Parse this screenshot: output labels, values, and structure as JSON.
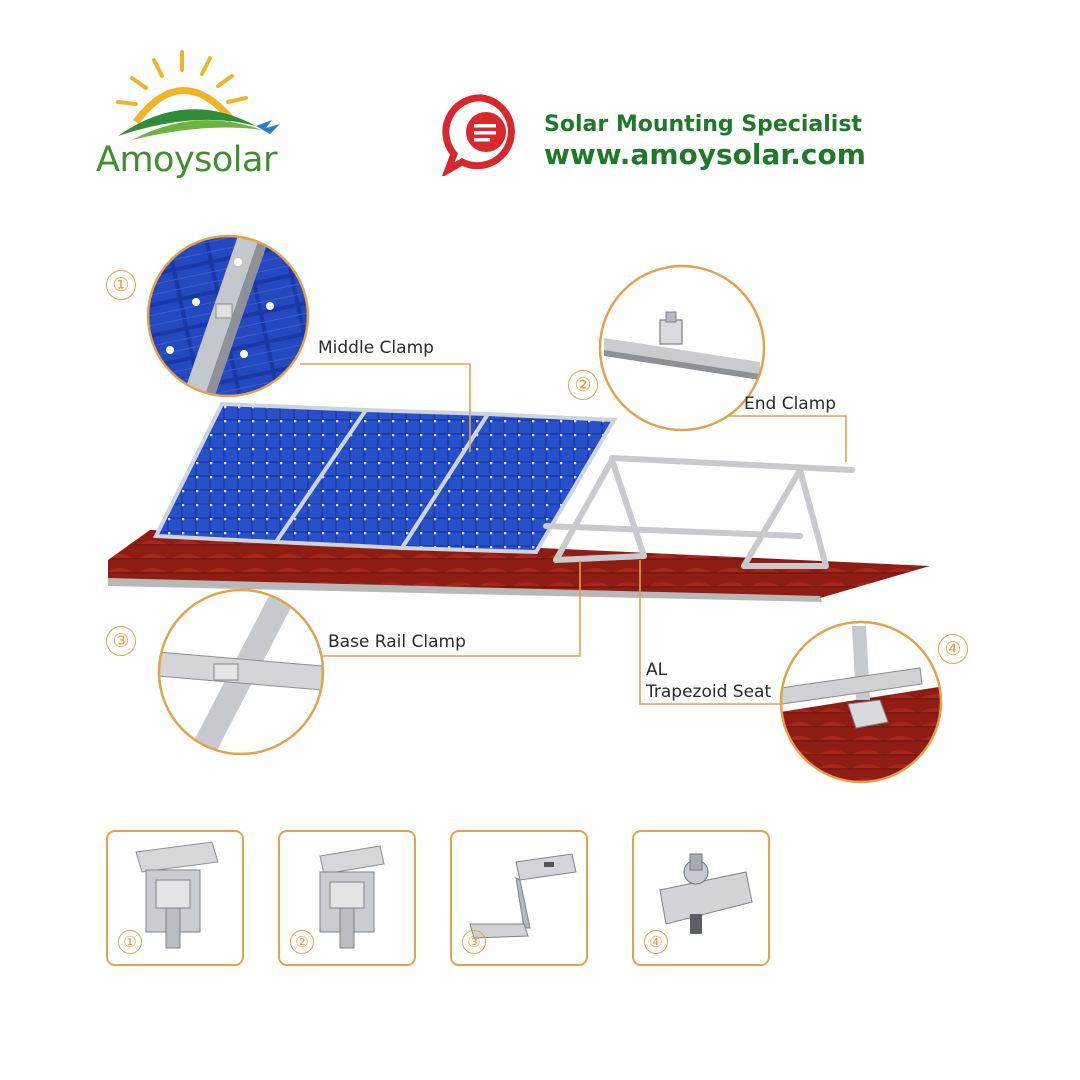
{
  "header": {
    "brand": "Amoysolar",
    "tagline": "Solar Mounting Specialist",
    "website": "www.amoysolar.com"
  },
  "callouts": [
    {
      "number": "①",
      "label": "Middle  Clamp"
    },
    {
      "number": "②",
      "label": "End  Clamp"
    },
    {
      "number": "③",
      "label": "Base Rail Clamp"
    },
    {
      "number": "④",
      "label_line1": "AL",
      "label_line2": "Trapezoid Seat"
    }
  ],
  "thumbnails": [
    {
      "number": "①",
      "icon": "middle-clamp-icon"
    },
    {
      "number": "②",
      "icon": "end-clamp-icon"
    },
    {
      "number": "③",
      "icon": "base-rail-clamp-icon"
    },
    {
      "number": "④",
      "icon": "trapezoid-seat-icon"
    }
  ],
  "colors": {
    "brand_green": "#1f7a27",
    "accent_orange": "#e6a24a",
    "panel_blue": "#1a3fb0",
    "roof_red": "#8f1d14",
    "chat_icon_red": "#d8272d"
  }
}
